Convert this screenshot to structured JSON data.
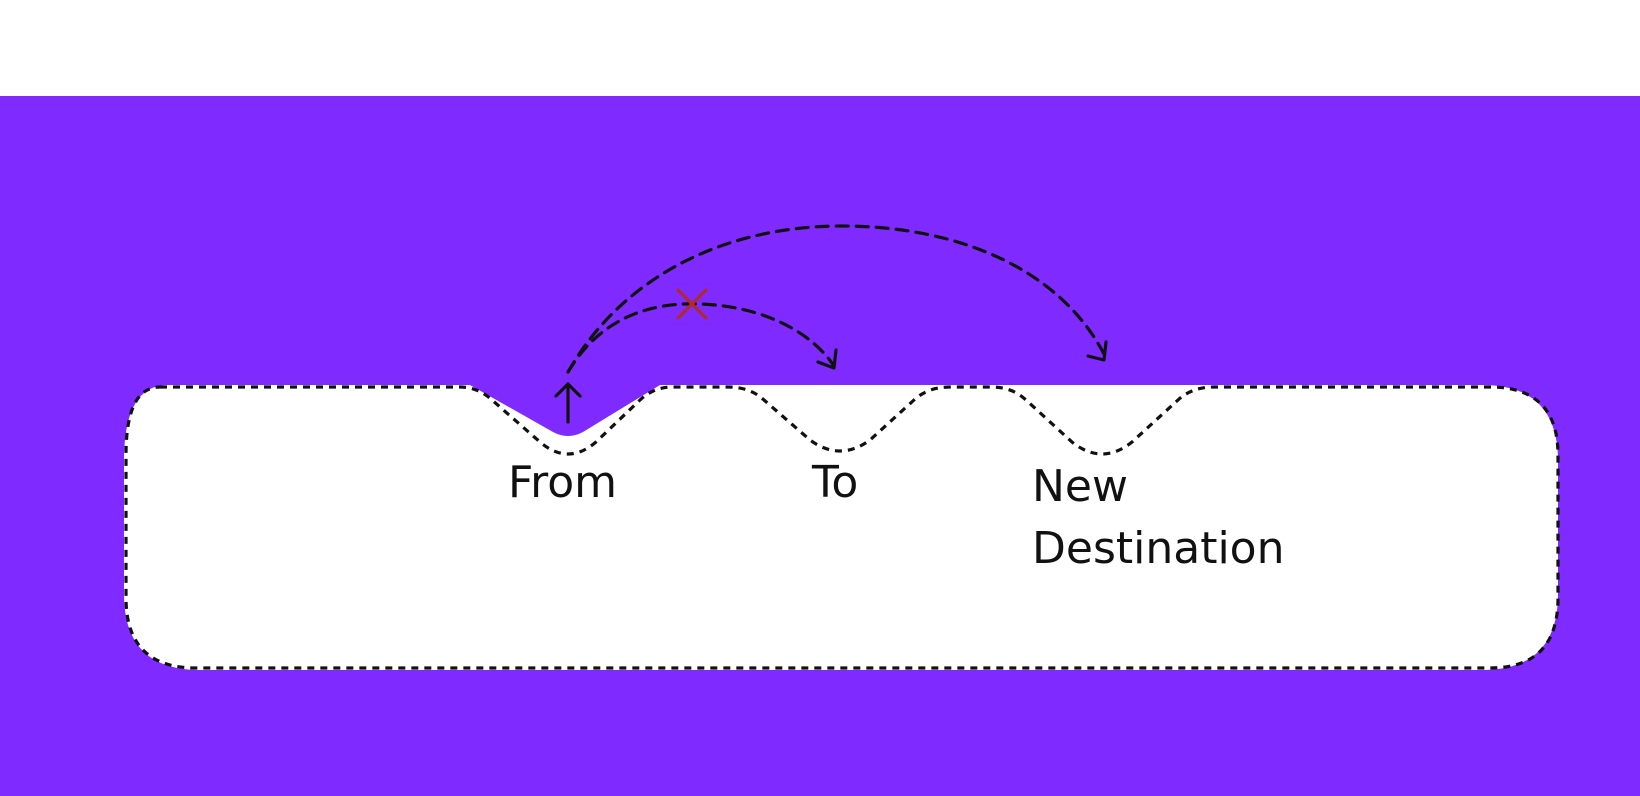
{
  "labels": {
    "from": "From",
    "to": "To",
    "new_destination": "New\nDestination"
  },
  "colors": {
    "background_band": "#7f2bff",
    "panel": "#ffffff",
    "stroke": "#111111",
    "cancel_mark": "#b02a2a"
  },
  "icons": {
    "origin_arrow": "up-arrow-icon",
    "cancel_mark": "cross-icon"
  }
}
